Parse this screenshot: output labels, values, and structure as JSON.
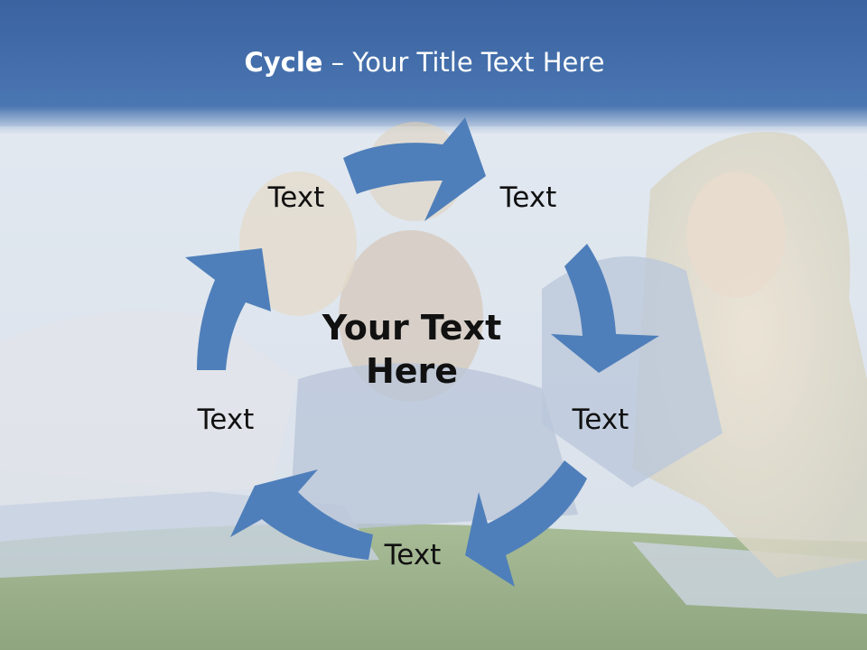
{
  "title": {
    "bold": "Cycle",
    "rest": " – Your Title Text Here"
  },
  "center_text": {
    "line1": "Your Text",
    "line2": "Here"
  },
  "cycle_labels": [
    "Text",
    "Text",
    "Text",
    "Text",
    "Text"
  ],
  "colors": {
    "arrow": "#4f7fba",
    "header_band": "#3f6aa6",
    "sky": "#e4ebf3",
    "grass": "#7d9966",
    "text": "#111111"
  },
  "background": {
    "description_icon": "photo-of-family-lying-on-grass"
  }
}
